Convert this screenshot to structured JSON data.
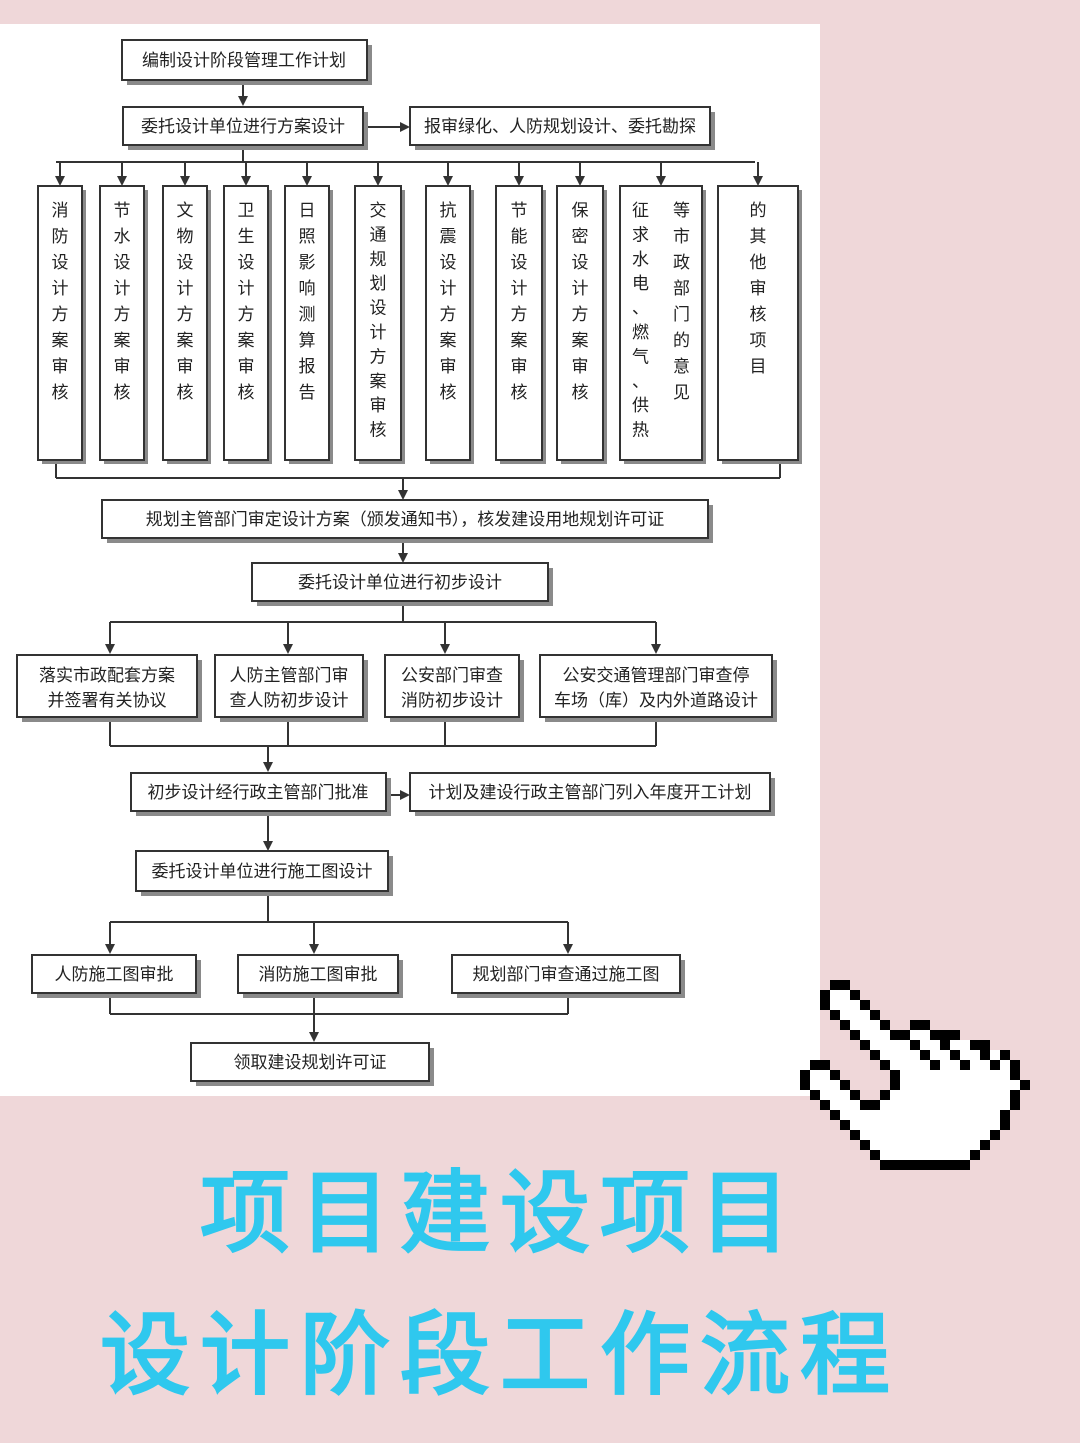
{
  "flow": {
    "step1": "编制设计阶段管理工作计划",
    "step2": "委托设计单位进行方案设计",
    "side1": "报审绿化、人防规划设计、委托勘探",
    "reviews": [
      {
        "lines": [
          "消防设计方案审核"
        ]
      },
      {
        "lines": [
          "节水设计方案审核"
        ]
      },
      {
        "lines": [
          "文物设计方案审核"
        ]
      },
      {
        "lines": [
          "卫生设计方案审核"
        ]
      },
      {
        "lines": [
          "日照影响测算报告"
        ]
      },
      {
        "lines": [
          "交通规划设计方案审核"
        ]
      },
      {
        "lines": [
          "抗震设计方案审核"
        ]
      },
      {
        "lines": [
          "节能设计方案审核"
        ]
      },
      {
        "lines": [
          "保密设计方案审核"
        ]
      },
      {
        "lines": [
          "征求水电、燃气、供热",
          "等市政部门的意见"
        ]
      },
      {
        "lines": [
          "的其他审核项目"
        ]
      }
    ],
    "step3": "规划主管部门审定设计方案（颁发通知书），核发建设用地规划许可证",
    "step4": "委托设计单位进行初步设计",
    "prelim": [
      {
        "l1": "落实市政配套方案",
        "l2": "并签署有关协议"
      },
      {
        "l1": "人防主管部门审",
        "l2": "查人防初步设计"
      },
      {
        "l1": "公安部门审查",
        "l2": "消防初步设计"
      },
      {
        "l1": "公安交通管理部门审查停",
        "l2": "车场（库）及内外道路设计"
      }
    ],
    "step5": "初步设计经行政主管部门批准",
    "side2": "计划及建设行政主管部门列入年度开工计划",
    "step6": "委托设计单位进行施工图设计",
    "construction": [
      "人防施工图审批",
      "消防施工图审批",
      "规划部门审查通过施工图"
    ],
    "step7": "领取建设规划许可证"
  },
  "title": {
    "line1": "项目建设项目",
    "line2": "设计阶段工作流程"
  },
  "colors": {
    "background": "#efd7d9",
    "title": "#2fc8ee"
  },
  "icons": {
    "pointer": "pixel-hand-pointer-icon"
  }
}
